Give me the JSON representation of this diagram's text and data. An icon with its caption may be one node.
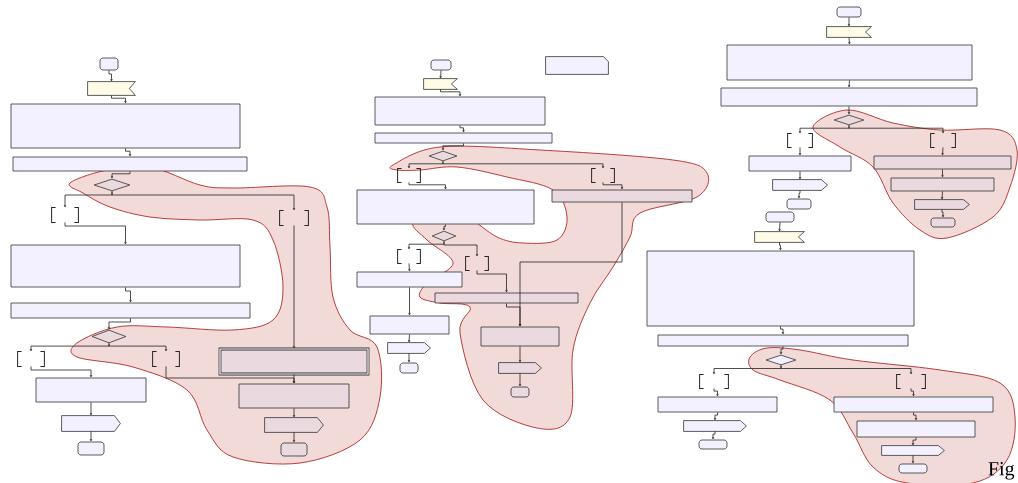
{
  "diagram": {
    "nodes": [
      {
        "text": [],
        "shape": "pill"
      },
      {
        "text": [],
        "shape": "flag"
      },
      {
        "text": [],
        "shape": "box"
      },
      {
        "text": [],
        "shape": "box"
      },
      {
        "text": [],
        "shape": "diamond"
      },
      {
        "text": [],
        "shape": "bracket"
      },
      {
        "text": [],
        "shape": "bracket"
      },
      {
        "text": [],
        "shape": "box"
      },
      {
        "text": [],
        "shape": "box"
      },
      {
        "text": [],
        "shape": "diamond"
      },
      {
        "text": [],
        "shape": "bracket"
      },
      {
        "text": [],
        "shape": "bracket"
      },
      {
        "text": [],
        "shape": "box"
      },
      {
        "text": [],
        "shape": "box"
      },
      {
        "text": [],
        "shape": "box"
      },
      {
        "text": [],
        "shape": "pentagon"
      },
      {
        "text": [],
        "shape": "pentagon"
      },
      {
        "text": [],
        "shape": "pill"
      },
      {
        "text": [],
        "shape": "pill"
      },
      {
        "text": [],
        "shape": "pill"
      },
      {
        "text": [],
        "shape": "flag"
      },
      {
        "text": [],
        "shape": "box"
      },
      {
        "text": [],
        "shape": "box"
      },
      {
        "text": [],
        "shape": "diamond"
      },
      {
        "text": [],
        "shape": "bracket"
      },
      {
        "text": [],
        "shape": "bracket"
      },
      {
        "text": [],
        "shape": "box"
      },
      {
        "text": [],
        "shape": "box"
      },
      {
        "text": [],
        "shape": "diamond"
      },
      {
        "text": [],
        "shape": "bracket"
      },
      {
        "text": [],
        "shape": "bracket"
      },
      {
        "text": [],
        "shape": "box"
      },
      {
        "text": [],
        "shape": "box"
      },
      {
        "text": [],
        "shape": "box"
      },
      {
        "text": [],
        "shape": "box"
      },
      {
        "text": [],
        "shape": "pentagon"
      },
      {
        "text": [],
        "shape": "pentagon"
      },
      {
        "text": [],
        "shape": "pill"
      },
      {
        "text": [],
        "shape": "pill"
      },
      {
        "text": [],
        "shape": "note"
      },
      {
        "text": [],
        "shape": "pill"
      },
      {
        "text": [],
        "shape": "flag"
      },
      {
        "text": [],
        "shape": "box"
      },
      {
        "text": [],
        "shape": "box"
      },
      {
        "text": [],
        "shape": "diamond"
      },
      {
        "text": [],
        "shape": "bracket"
      },
      {
        "text": [],
        "shape": "bracket"
      },
      {
        "text": [],
        "shape": "box"
      },
      {
        "text": [],
        "shape": "box"
      },
      {
        "text": [],
        "shape": "box"
      },
      {
        "text": [],
        "shape": "pentagon"
      },
      {
        "text": [],
        "shape": "pentagon"
      },
      {
        "text": [],
        "shape": "pill"
      },
      {
        "text": [],
        "shape": "pill"
      },
      {
        "text": [],
        "shape": "pill"
      },
      {
        "text": [],
        "shape": "flag"
      },
      {
        "text": [],
        "shape": "box"
      },
      {
        "text": [],
        "shape": "box"
      },
      {
        "text": [],
        "shape": "diamond"
      },
      {
        "text": [],
        "shape": "bracket"
      },
      {
        "text": [],
        "shape": "bracket"
      },
      {
        "text": [],
        "shape": "box"
      },
      {
        "text": [],
        "shape": "box"
      },
      {
        "text": [],
        "shape": "box"
      },
      {
        "text": [],
        "shape": "pentagon"
      },
      {
        "text": [],
        "shape": "pentagon"
      },
      {
        "text": [],
        "shape": "pill"
      },
      {
        "text": [],
        "shape": "pill"
      }
    ],
    "edges": [
      {
        "from": 0,
        "to": 1,
        "arrow": "to"
      },
      {
        "from": 1,
        "to": 2,
        "arrow": "to"
      },
      {
        "from": 2,
        "to": 3,
        "arrow": "to"
      },
      {
        "from": 3,
        "to": 4,
        "arrow": "to"
      },
      {
        "from": 4,
        "to": 5,
        "arrow": "to"
      },
      {
        "from": 4,
        "to": 6,
        "arrow": "to"
      },
      {
        "from": 5,
        "to": 7,
        "arrow": "to"
      },
      {
        "from": 6,
        "to": 12,
        "arrow": "to"
      },
      {
        "from": 7,
        "to": 8,
        "arrow": "to"
      },
      {
        "from": 8,
        "to": 9,
        "arrow": "to"
      },
      {
        "from": 9,
        "to": 10,
        "arrow": "to"
      },
      {
        "from": 9,
        "to": 11,
        "arrow": "to"
      },
      {
        "from": 10,
        "to": 13,
        "arrow": "to"
      },
      {
        "from": 11,
        "to": 14,
        "arrow": "to"
      },
      {
        "from": 12,
        "to": 14,
        "arrow": "to"
      },
      {
        "from": 13,
        "to": 15,
        "arrow": "to"
      },
      {
        "from": 14,
        "to": 16,
        "arrow": "to"
      },
      {
        "from": 15,
        "to": 17,
        "arrow": "to"
      },
      {
        "from": 16,
        "to": 18,
        "arrow": "to"
      },
      {
        "from": 19,
        "to": 20,
        "arrow": "to"
      },
      {
        "from": 20,
        "to": 21,
        "arrow": "to"
      },
      {
        "from": 21,
        "to": 22,
        "arrow": "to"
      },
      {
        "from": 22,
        "to": 23,
        "arrow": "to"
      },
      {
        "from": 23,
        "to": 24,
        "arrow": "to"
      },
      {
        "from": 23,
        "to": 25,
        "arrow": "to"
      },
      {
        "from": 24,
        "to": 27,
        "arrow": "to"
      },
      {
        "from": 25,
        "to": 26,
        "arrow": "to"
      },
      {
        "from": 26,
        "to": 34,
        "arrow": "to"
      },
      {
        "from": 27,
        "to": 28,
        "arrow": "to"
      },
      {
        "from": 28,
        "to": 29,
        "arrow": "to"
      },
      {
        "from": 28,
        "to": 30,
        "arrow": "to"
      },
      {
        "from": 29,
        "to": 31,
        "arrow": "to"
      },
      {
        "from": 30,
        "to": 32,
        "arrow": "to"
      },
      {
        "from": 31,
        "to": 33,
        "arrow": "to"
      },
      {
        "from": 32,
        "to": 34,
        "arrow": "to"
      },
      {
        "from": 33,
        "to": 35,
        "arrow": "to"
      },
      {
        "from": 34,
        "to": 36,
        "arrow": "to"
      },
      {
        "from": 35,
        "to": 37,
        "arrow": "to"
      },
      {
        "from": 36,
        "to": 38,
        "arrow": "to"
      },
      {
        "from": 40,
        "to": 41,
        "arrow": "to"
      },
      {
        "from": 41,
        "to": 42,
        "arrow": "to"
      },
      {
        "from": 42,
        "to": 43,
        "arrow": "to"
      },
      {
        "from": 43,
        "to": 44,
        "arrow": "to"
      },
      {
        "from": 44,
        "to": 45,
        "arrow": "to"
      },
      {
        "from": 44,
        "to": 46,
        "arrow": "to"
      },
      {
        "from": 45,
        "to": 47,
        "arrow": "to"
      },
      {
        "from": 46,
        "to": 48,
        "arrow": "to"
      },
      {
        "from": 47,
        "to": 50,
        "arrow": "to"
      },
      {
        "from": 48,
        "to": 49,
        "arrow": "to"
      },
      {
        "from": 49,
        "to": 51,
        "arrow": "to"
      },
      {
        "from": 50,
        "to": 52,
        "arrow": "to"
      },
      {
        "from": 51,
        "to": 53,
        "arrow": "to"
      },
      {
        "from": 54,
        "to": 55,
        "arrow": "to"
      },
      {
        "from": 55,
        "to": 56,
        "arrow": "to"
      },
      {
        "from": 56,
        "to": 57,
        "arrow": "to"
      },
      {
        "from": 57,
        "to": 58,
        "arrow": "to"
      },
      {
        "from": 58,
        "to": 59,
        "arrow": "to"
      },
      {
        "from": 58,
        "to": 60,
        "arrow": "to"
      },
      {
        "from": 59,
        "to": 61,
        "arrow": "to"
      },
      {
        "from": 60,
        "to": 62,
        "arrow": "to"
      },
      {
        "from": 61,
        "to": 64,
        "arrow": "to"
      },
      {
        "from": 62,
        "to": 63,
        "arrow": "to"
      },
      {
        "from": 63,
        "to": 65,
        "arrow": "to"
      },
      {
        "from": 64,
        "to": 66,
        "arrow": "to"
      },
      {
        "from": 65,
        "to": 67,
        "arrow": "to"
      }
    ],
    "labels": [
      "Fig"
    ]
  }
}
